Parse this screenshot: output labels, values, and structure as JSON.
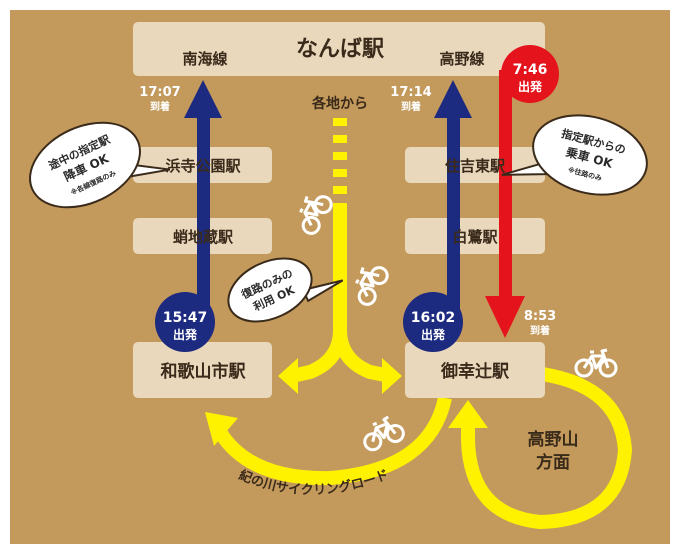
{
  "colors": {
    "background": "#c39a5c",
    "station_box": "#ead8bd",
    "nankai_line": "#1c2a80",
    "koya_outbound": "#e5141c",
    "cycling": "#fff200",
    "frame": "#ffffff"
  },
  "top_station": {
    "name": "なんば駅",
    "left_line": "南海線",
    "right_line": "高野線"
  },
  "left_column": {
    "stations": [
      "浜寺公園駅",
      "蛸地蔵駅",
      "和歌山市駅"
    ],
    "arrival_time": "17:07",
    "arrival_label": "到着",
    "departure_time": "15:47",
    "departure_label": "出発"
  },
  "right_column": {
    "stations": [
      "住吉東駅",
      "白鷺駅",
      "御幸辻駅"
    ],
    "arrival_time": "17:14",
    "arrival_label": "到着",
    "departure_time": "16:02",
    "departure_label": "出発"
  },
  "outbound": {
    "departure_time": "7:46",
    "departure_label": "出発",
    "arrival_time": "8:53",
    "arrival_label": "到着"
  },
  "from_everywhere": "各地から",
  "koyasan": {
    "line1": "高野山",
    "line2": "方面"
  },
  "cycling_road": "紀の川サイクリングロード",
  "bubbles": {
    "left": {
      "line1": "途中の指定駅",
      "line2": "降車 OK",
      "note": "※各線復路のみ"
    },
    "right": {
      "line1": "指定駅からの",
      "line2": "乗車 OK",
      "note": "※往路のみ"
    },
    "middle": {
      "line1": "復路のみの",
      "line2": "利用 OK"
    }
  }
}
